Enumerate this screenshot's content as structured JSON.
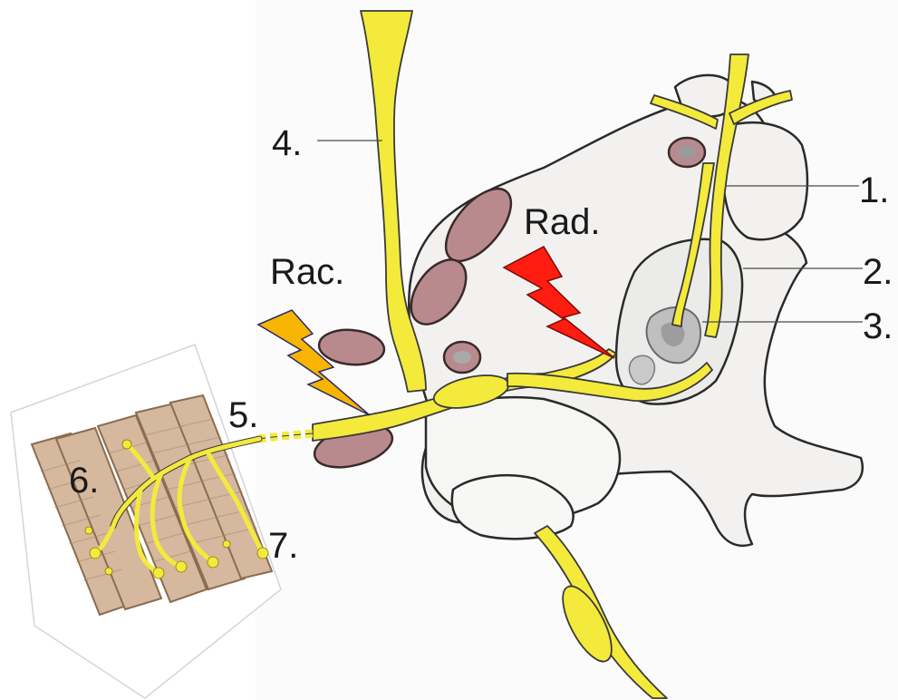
{
  "labels": {
    "rad": "Rad.",
    "rac": "Rac.",
    "n1": "1.",
    "n2": "2.",
    "n3": "3.",
    "n4": "4.",
    "n5": "5.",
    "n6": "6.",
    "n7": "7."
  },
  "colors": {
    "nerve_fill": "#f3ea3c",
    "bone_fill": "#f2f1ef",
    "vessel_fill": "#b98a8d",
    "lightning_red": "#ff1c10",
    "lightning_orange": "#f7b400",
    "muscle_fill": "#d5b89e",
    "outline": "#2a2a2a"
  }
}
